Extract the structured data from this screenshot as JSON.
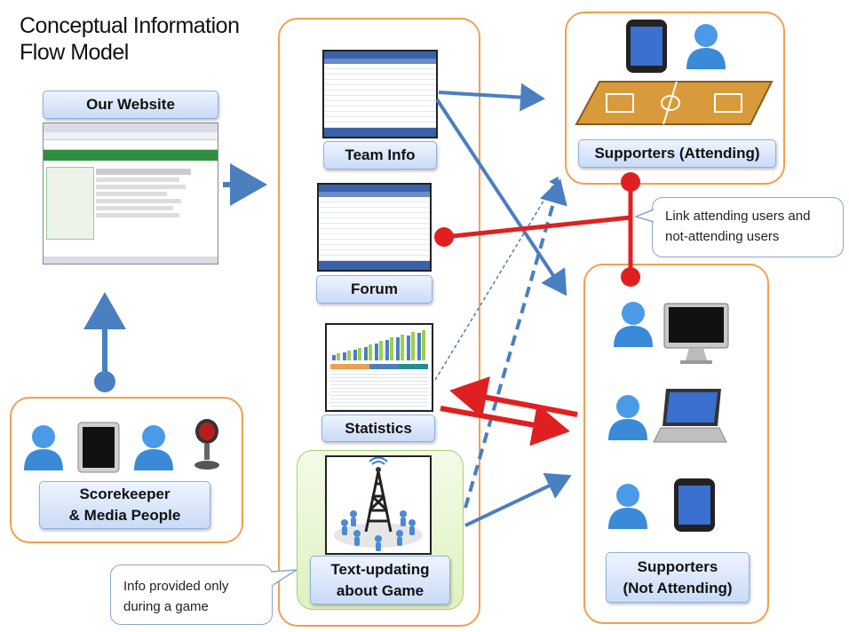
{
  "title_line1": "Conceptual Information",
  "title_line2": "Flow Model",
  "labels": {
    "our_website": "Our Website",
    "team_info": "Team Info",
    "forum": "Forum",
    "statistics": "Statistics",
    "text_updating_line1": "Text-updating",
    "text_updating_line2": "about Game",
    "scorekeeper_line1": "Scorekeeper",
    "scorekeeper_line2": "& Media People",
    "supporters_attending": "Supporters (Attending)",
    "supporters_not_line1": "Supporters",
    "supporters_not_line2": "(Not Attending)"
  },
  "callouts": {
    "link_line1": "Link attending users and",
    "link_line2": "not-attending users",
    "info_line1": "Info provided only",
    "info_line2": "during a game"
  },
  "colors": {
    "group_border": "#f0a050",
    "label_fill": "#c9dbf7",
    "blue_arrow": "#4a7fc0",
    "red_arrow": "#e02020",
    "text_update_bg": "#e8f6cf"
  },
  "icons": [
    "user-icon",
    "tablet-icon",
    "microphone-icon",
    "smartphone-icon",
    "basketball-court-icon",
    "imac-icon",
    "laptop-icon",
    "broadcast-tower-icon"
  ]
}
